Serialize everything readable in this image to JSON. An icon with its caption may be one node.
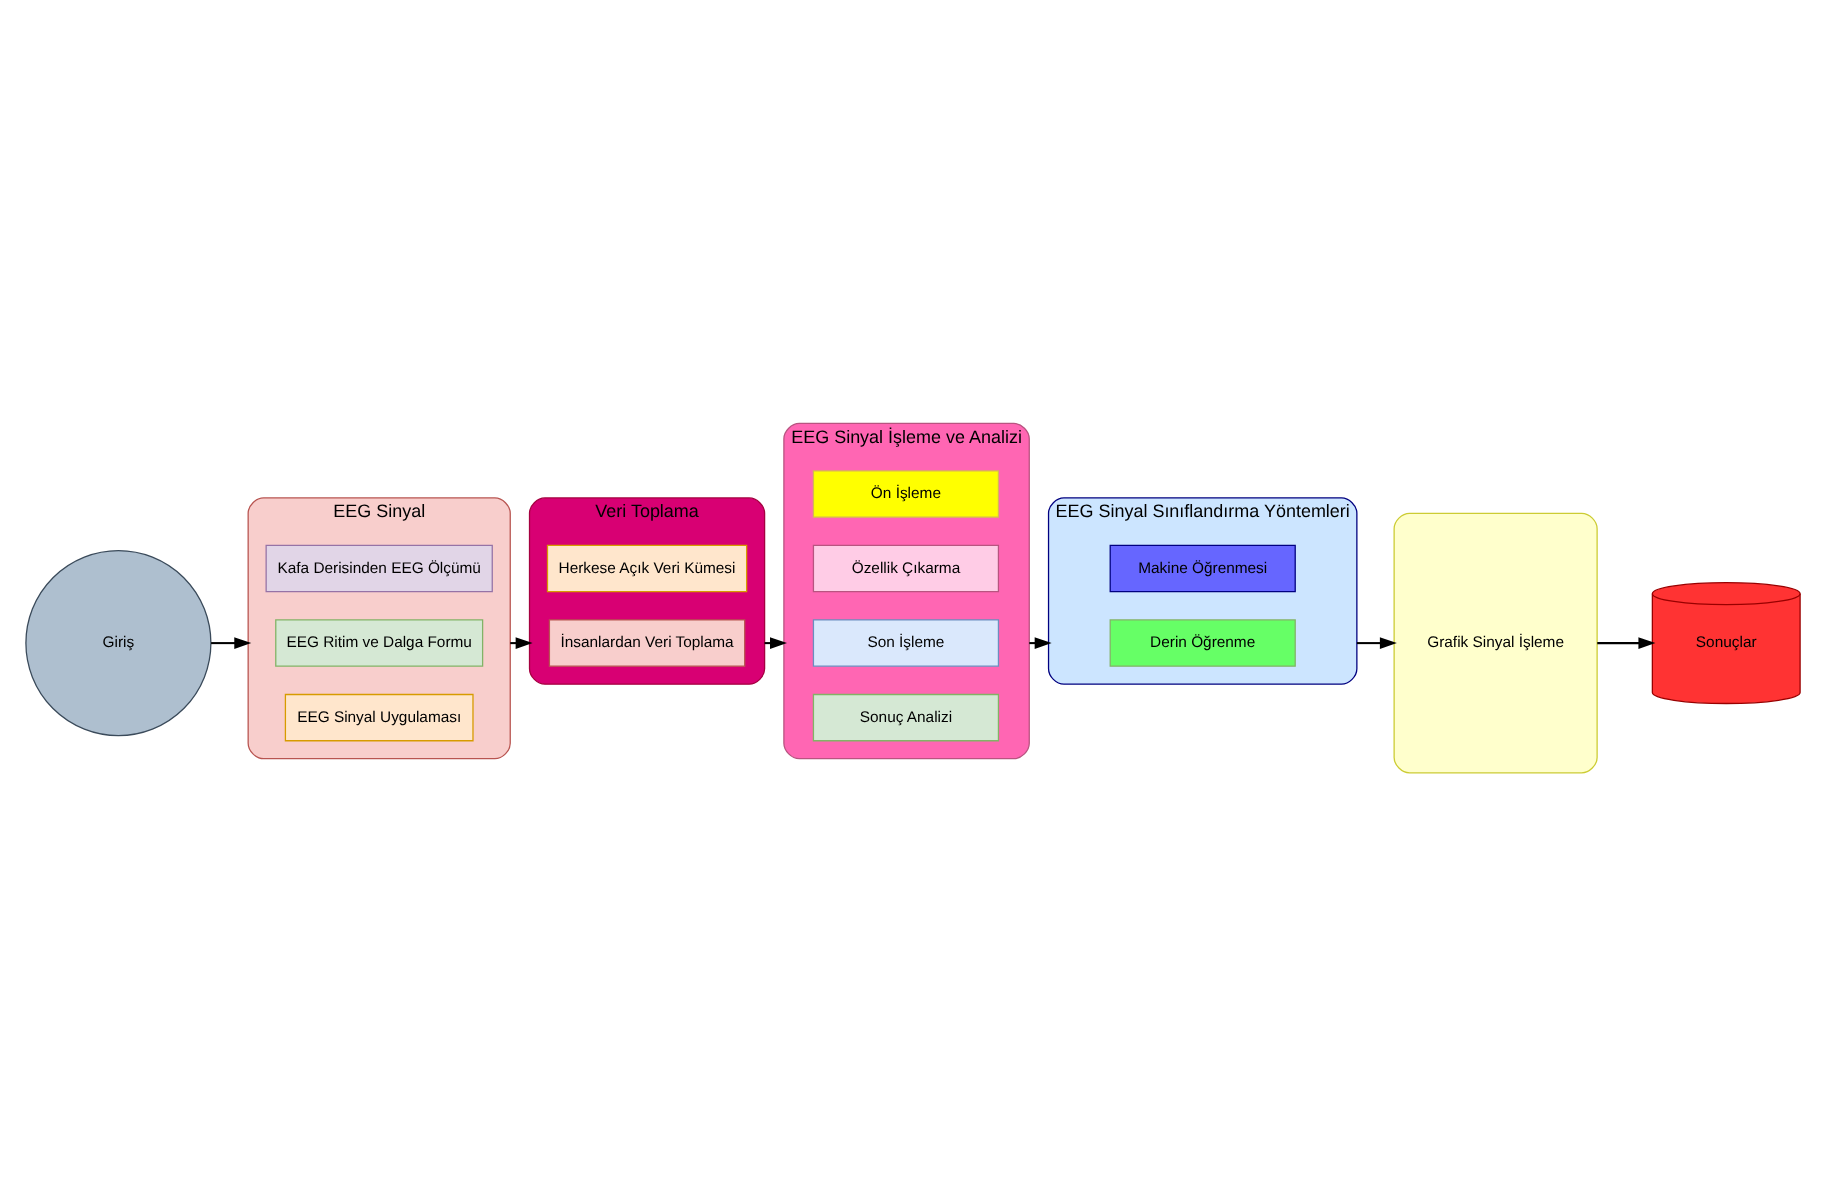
{
  "diagram": {
    "nodes": [
      {
        "text": [
          "Giriş"
        ]
      },
      {
        "text": [
          "EEG Sinyal"
        ]
      },
      {
        "text": [
          "Kafa Derisinden EEG Ölçümü"
        ],
        "in": 1
      },
      {
        "text": [
          "EEG Ritim ve Dalga Formu"
        ],
        "in": 1
      },
      {
        "text": [
          "EEG Sinyal Uygulaması"
        ],
        "in": 1
      },
      {
        "text": [
          "Veri Toplama"
        ]
      },
      {
        "text": [
          "Herkese Açık Veri Kümesi"
        ],
        "in": 5
      },
      {
        "text": [
          "İnsanlardan Veri Toplama"
        ],
        "in": 5
      },
      {
        "text": [
          "EEG Sinyal İşleme ve Analizi"
        ]
      },
      {
        "text": [
          "Ön İşleme"
        ],
        "in": 8
      },
      {
        "text": [
          "Özellik Çıkarma"
        ],
        "in": 8
      },
      {
        "text": [
          "Son İşleme"
        ],
        "in": 8
      },
      {
        "text": [
          "Sonuç Analizi"
        ],
        "in": 8
      },
      {
        "text": [
          "EEG Sinyal Sınıflandırma Yöntemleri"
        ]
      },
      {
        "text": [
          "Makine Öğrenmesi"
        ],
        "in": 13
      },
      {
        "text": [
          "Derin Öğrenme"
        ],
        "in": 13
      },
      {
        "text": [
          "Grafik Sinyal İşleme"
        ]
      },
      {
        "text": [
          "Sonuçlar"
        ]
      }
    ],
    "edges": [
      {
        "from": 0,
        "to": 1,
        "arrow": "to"
      },
      {
        "from": 1,
        "to": 5,
        "arrow": "to"
      },
      {
        "from": 5,
        "to": 8,
        "arrow": "to"
      },
      {
        "from": 8,
        "to": 13,
        "arrow": "to"
      },
      {
        "from": 13,
        "to": 16,
        "arrow": "to"
      },
      {
        "from": 16,
        "to": 17,
        "arrow": "to"
      }
    ]
  }
}
